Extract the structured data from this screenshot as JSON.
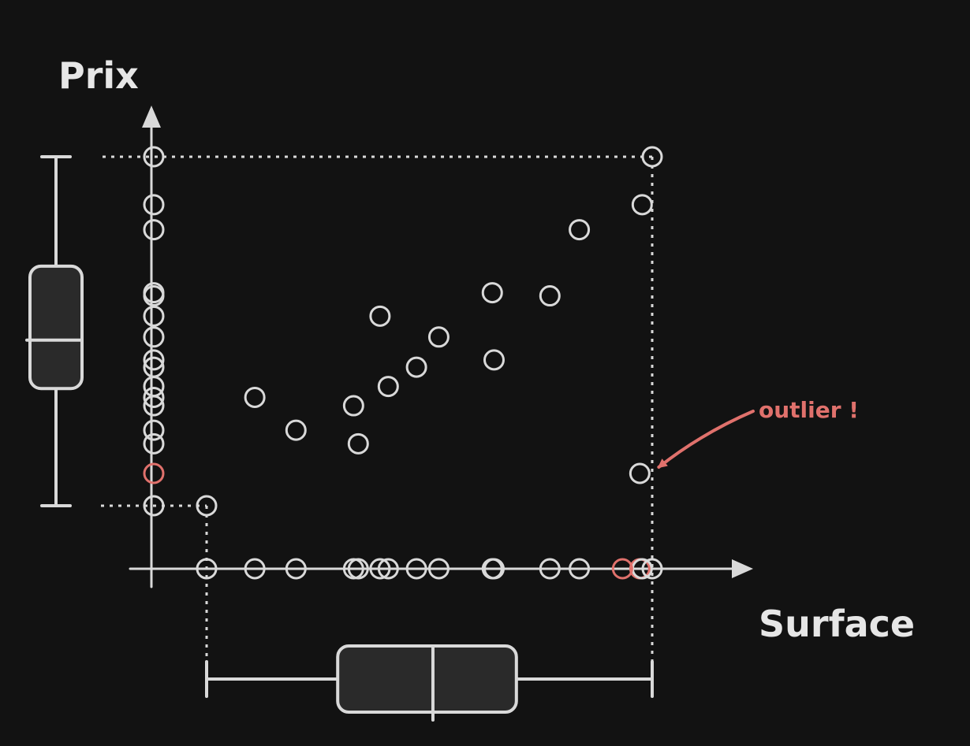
{
  "chart_data": {
    "type": "scatter",
    "title": "",
    "xlabel": "Surface",
    "ylabel": "Prix",
    "grid": false,
    "legend": "none",
    "xlim": [
      0,
      1000
    ],
    "ylim": [
      0,
      1000
    ],
    "points": [
      {
        "x": 100,
        "y": 100
      },
      {
        "x": 182,
        "y": 308
      },
      {
        "x": 252,
        "y": 245
      },
      {
        "x": 350,
        "y": 292
      },
      {
        "x": 358,
        "y": 219
      },
      {
        "x": 395,
        "y": 464
      },
      {
        "x": 409,
        "y": 329
      },
      {
        "x": 457,
        "y": 366
      },
      {
        "x": 495,
        "y": 424
      },
      {
        "x": 586,
        "y": 509
      },
      {
        "x": 589,
        "y": 380
      },
      {
        "x": 684,
        "y": 503
      },
      {
        "x": 734,
        "y": 630
      },
      {
        "x": 837,
        "y": 162
      },
      {
        "x": 841,
        "y": 678
      },
      {
        "x": 858,
        "y": 770
      }
    ],
    "outlier_index": 13,
    "annotation": "outlier !",
    "boxplot_x": {
      "min": 100,
      "q1": 323,
      "median": 485,
      "q3": 627,
      "max": 858
    },
    "boxplot_y": {
      "min": 100,
      "q1": 325,
      "median": 418,
      "q3": 560,
      "max": 770
    },
    "colors": {
      "background": "#121212",
      "stroke": "#d9d9d9",
      "box_fill": "#2a2a2a",
      "outlier": "#e0716c"
    }
  }
}
